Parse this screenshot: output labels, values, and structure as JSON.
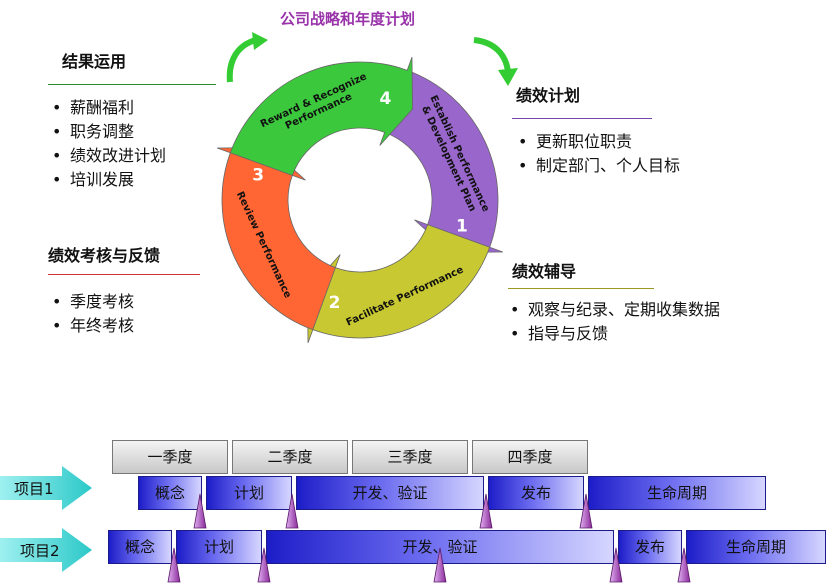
{
  "cycle": {
    "title": "公司战略和年度计划",
    "segments": [
      {
        "num": "1",
        "label": "Establish Performance & Development Plan",
        "color": "#9966cc"
      },
      {
        "num": "2",
        "label": "Facilitate Performance",
        "color": "#c8c832"
      },
      {
        "num": "3",
        "label": "Review Performance",
        "color": "#ff6633"
      },
      {
        "num": "4",
        "label": "Reward & Recognize Performance",
        "color": "#3cc83c"
      }
    ]
  },
  "sections": {
    "results": {
      "title": "结果运用",
      "items": [
        "薪酬福利",
        "职务调整",
        "绩效改进计划",
        "培训发展"
      ]
    },
    "plan": {
      "title": "绩效计划",
      "items": [
        "更新职位职责",
        "制定部门、个人目标"
      ]
    },
    "review": {
      "title": "绩效考核与反馈",
      "items": [
        "季度考核",
        "年终考核"
      ]
    },
    "coaching": {
      "title": "绩效辅导",
      "items": [
        "观察与纪录、定期收集数据",
        "指导与反馈"
      ]
    }
  },
  "timeline": {
    "quarters": [
      "一季度",
      "二季度",
      "三季度",
      "四季度"
    ],
    "projects": [
      {
        "label": "项目1",
        "phases": [
          "概念",
          "计划",
          "开发、验证",
          "发布",
          "生命周期"
        ]
      },
      {
        "label": "项目2",
        "phases": [
          "概念",
          "计划",
          "开发、验证",
          "发布",
          "生命周期"
        ]
      }
    ]
  }
}
